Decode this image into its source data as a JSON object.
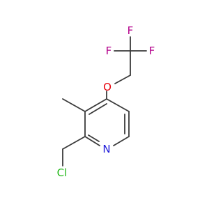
{
  "molecule": {
    "atoms": {
      "f_top": "F",
      "f_left": "F",
      "f_right": "F",
      "oxygen": "O",
      "nitrogen": "N",
      "chlorine": "Cl"
    },
    "colors": {
      "bond": "#3a3a3a",
      "fluorine": "#b3008b",
      "oxygen": "#e8000b",
      "nitrogen": "#1c18d9",
      "chlorine": "#22b818"
    }
  }
}
